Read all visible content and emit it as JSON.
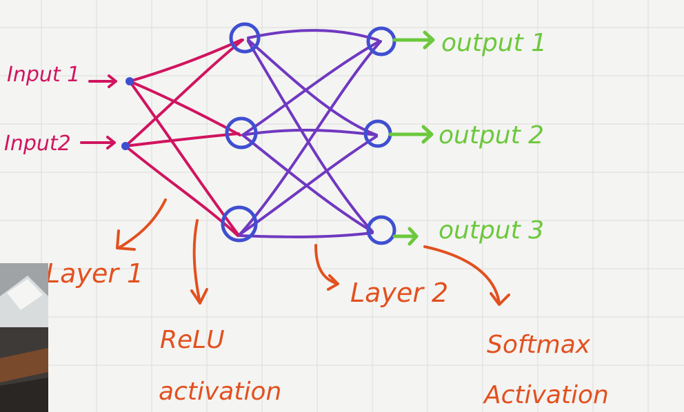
{
  "colors": {
    "input": "#d0145f",
    "hidden_edges": "#6f38c0",
    "node": "#3f4fd0",
    "output": "#6cc83c",
    "annotation": "#e2501f",
    "grid": "#dcdcda",
    "background": "#f4f4f2"
  },
  "labels": {
    "input1": "Input 1",
    "input2": "Input2",
    "output1": "output 1",
    "output2": "output 2",
    "output3": "output 3",
    "layer1": "Layer 1",
    "layer2": "Layer 2",
    "relu_line1": "ReLU",
    "relu_line2": "activation",
    "softmax_line1": "Softmax",
    "softmax_line2": "Activation"
  },
  "icons": {
    "webcam": "presenter-webcam-thumbnail"
  }
}
